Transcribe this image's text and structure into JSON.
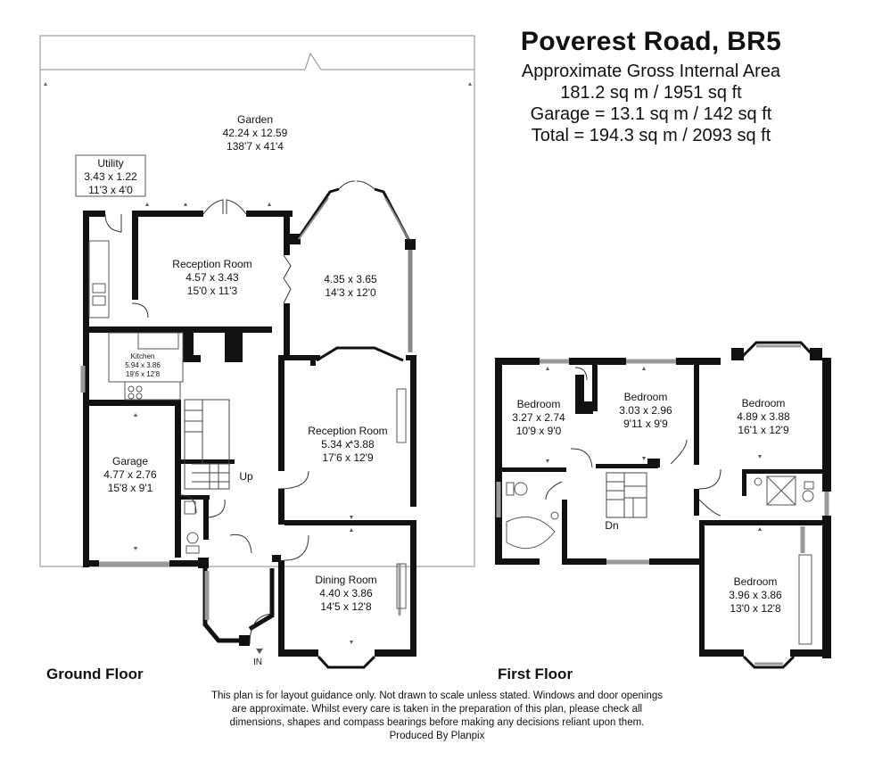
{
  "header": {
    "title": "Poverest Road, BR5",
    "area_label": "Approximate Gross Internal Area",
    "area_main": "181.2 sq m / 1951 sq ft",
    "area_garage": "Garage = 13.1 sq m / 142 sq ft",
    "area_total": "Total = 194.3 sq m / 2093 sq ft"
  },
  "floors": {
    "ground": "Ground Floor",
    "first": "First Floor"
  },
  "rooms": {
    "garden": {
      "name": "Garden",
      "metric": "42.24 x 12.59",
      "imperial": "138'7 x 41'4"
    },
    "utility": {
      "name": "Utility",
      "metric": "3.43 x 1.22",
      "imperial": "11'3 x 4'0"
    },
    "reception1": {
      "name": "Reception Room",
      "metric": "4.57 x 3.43",
      "imperial": "15'0 x 11'3"
    },
    "conservatory": {
      "metric": "4.35 x 3.65",
      "imperial": "14'3 x 12'0"
    },
    "kitchen": {
      "name": "Kitchen",
      "metric": "5.94 x 3.86",
      "imperial": "19'6 x 12'8"
    },
    "reception2": {
      "name": "Reception Room",
      "metric": "5.34 x 3.88",
      "imperial": "17'6 x 12'9"
    },
    "garage": {
      "name": "Garage",
      "metric": "4.77 x 2.76",
      "imperial": "15'8 x 9'1"
    },
    "dining": {
      "name": "Dining Room",
      "metric": "4.40 x 3.86",
      "imperial": "14'5 x 12'8"
    },
    "bed1": {
      "name": "Bedroom",
      "metric": "3.27 x 2.74",
      "imperial": "10'9 x 9'0"
    },
    "bed2": {
      "name": "Bedroom",
      "metric": "3.03 x 2.96",
      "imperial": "9'11 x 9'9"
    },
    "bed3": {
      "name": "Bedroom",
      "metric": "4.89 x 3.88",
      "imperial": "16'1 x 12'9"
    },
    "bed4": {
      "name": "Bedroom",
      "metric": "3.96 x 3.86",
      "imperial": "13'0 x 12'8"
    }
  },
  "markers": {
    "up": "Up",
    "down": "Dn",
    "entrance": "IN"
  },
  "disclaimer": {
    "line1": "This plan is for layout guidance only. Not drawn to scale unless stated. Windows and door openings",
    "line2": "are approximate. Whilst every care is taken in the preparation of this plan, please check all",
    "line3": "dimensions, shapes and compass bearings before making any decisions reliant upon them.",
    "line4": "Produced By Planpix"
  }
}
